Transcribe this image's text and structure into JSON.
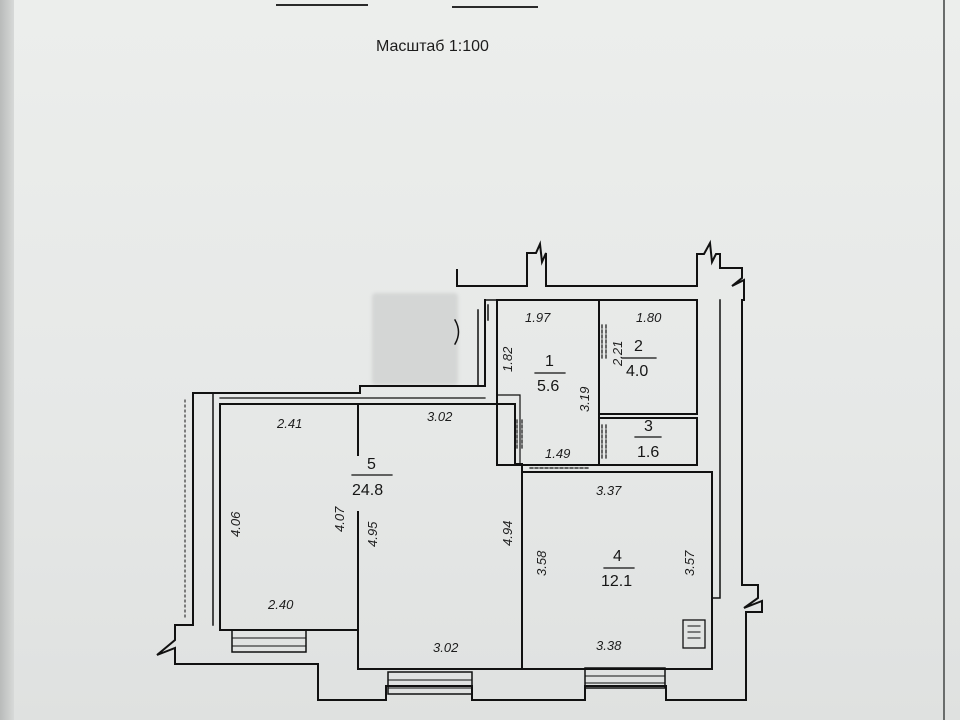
{
  "header": {
    "scale_label": "Масштаб 1:100"
  },
  "rooms": [
    {
      "number": "1",
      "area": "5.6"
    },
    {
      "number": "2",
      "area": "4.0"
    },
    {
      "number": "3",
      "area": "1.6"
    },
    {
      "number": "4",
      "area": "12.1"
    },
    {
      "number": "5",
      "area": "24.8"
    }
  ],
  "dimensions": {
    "r1_top": "1.97",
    "r1_left": "1.82",
    "r1_right": "3.19",
    "r1_bottom": "1.49",
    "r2_top": "1.80",
    "r2_left": "2.21",
    "r4_top": "3.37",
    "r4_left": "3.58",
    "r4_right": "3.57",
    "r4_bottom": "3.38",
    "r5_top_left": "2.41",
    "r5_top_right": "3.02",
    "r5_left": "4.06",
    "r5_mid": "4.07",
    "r5_mid2": "4.95",
    "r5_right": "4.94",
    "r5_bottom_left": "2.40",
    "r5_bottom_right": "3.02"
  }
}
